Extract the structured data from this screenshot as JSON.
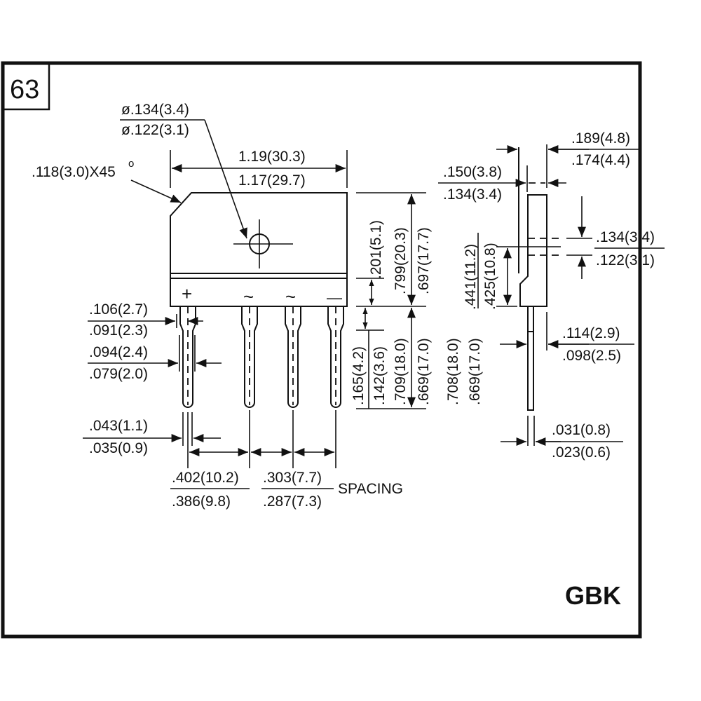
{
  "page_number": "63",
  "package_name": "GBK",
  "front_view": {
    "hole_diameter": {
      "max": "ø.134(3.4)",
      "min": "ø.122(3.1)"
    },
    "chamfer": ".118(3.0)X45",
    "chamfer_degree": "o",
    "body_width": {
      "max": "1.19(30.3)",
      "min": "1.17(29.7)"
    },
    "pin_labels": [
      "+",
      "~",
      "~",
      "—"
    ],
    "band_height": ".201(5.1)",
    "body_height": {
      "max": ".799(20.3)",
      "min": ".697(17.7)"
    },
    "lead_shoulder": {
      "max": ".165(4.2)",
      "min": ".142(3.6)"
    },
    "lead_length": {
      "max": ".709(18.0)",
      "min": ".669(17.0)"
    },
    "lead_length_alt": {
      "max": ".708(18.0)",
      "min": ".669(17.0)"
    },
    "lead_width_top": {
      "max": ".106(2.7)",
      "min": ".091(2.3)"
    },
    "lead_width_mid": {
      "max": ".094(2.4)",
      "min": ".079(2.0)"
    },
    "lead_tip": {
      "max": ".043(1.1)",
      "min": ".035(0.9)"
    },
    "spacing_1": {
      "max": ".402(10.2)",
      "min": ".386(9.8)"
    },
    "spacing_2": {
      "max": ".303(7.7)",
      "min": ".287(7.3)"
    },
    "spacing_label": "SPACING"
  },
  "side_view": {
    "total_thickness": {
      "max": ".189(4.8)",
      "min": ".174(4.4)"
    },
    "body_thickness": {
      "max": ".150(3.8)",
      "min": ".134(3.4)"
    },
    "hole_dia": {
      "max": ".134(3.4)",
      "min": ".122(3.1)"
    },
    "hole_height": {
      "max": ".441(11.2)",
      "min": ".425(10.8)"
    },
    "lead_width": {
      "max": ".114(2.9)",
      "min": ".098(2.5)"
    },
    "lead_thickness": {
      "max": ".031(0.8)",
      "min": ".023(0.6)"
    }
  }
}
